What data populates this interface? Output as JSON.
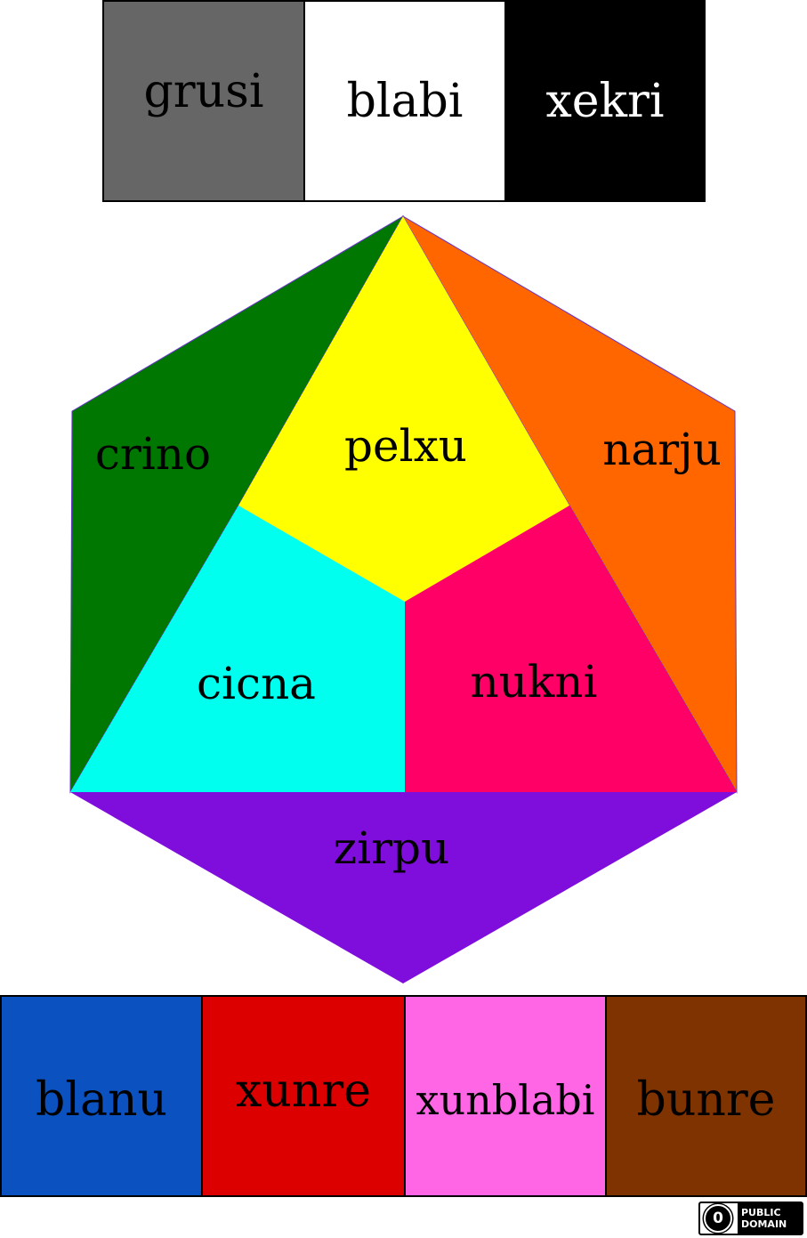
{
  "top_swatches": [
    {
      "label": "grusi",
      "color": "#666666",
      "text_color": "#000000"
    },
    {
      "label": "blabi",
      "color": "#ffffff",
      "text_color": "#000000"
    },
    {
      "label": "xekri",
      "color": "#000000",
      "text_color": "#ffffff"
    }
  ],
  "hexagon": {
    "crino": {
      "label": "crino",
      "color": "#007700"
    },
    "pelxu": {
      "label": "pelxu",
      "color": "#ffff00"
    },
    "narju": {
      "label": "narju",
      "color": "#ff6600"
    },
    "cicna": {
      "label": "cicna",
      "color": "#00ffee"
    },
    "nukni": {
      "label": "nukni",
      "color": "#ff0066"
    },
    "zirpu": {
      "label": "zirpu",
      "color": "#7f0ddb"
    }
  },
  "bottom_swatches": [
    {
      "label": "blanu",
      "color": "#0b52c0",
      "text_color": "#000000"
    },
    {
      "label": "xunre",
      "color": "#dd0000",
      "text_color": "#000000"
    },
    {
      "label": "xunblabi",
      "color": "#ff66e6",
      "text_color": "#000000"
    },
    {
      "label": "bunre",
      "color": "#7f3300",
      "text_color": "#000000"
    }
  ],
  "license_badge": {
    "symbol": "0",
    "line1": "PUBLIC",
    "line2": "DOMAIN"
  }
}
